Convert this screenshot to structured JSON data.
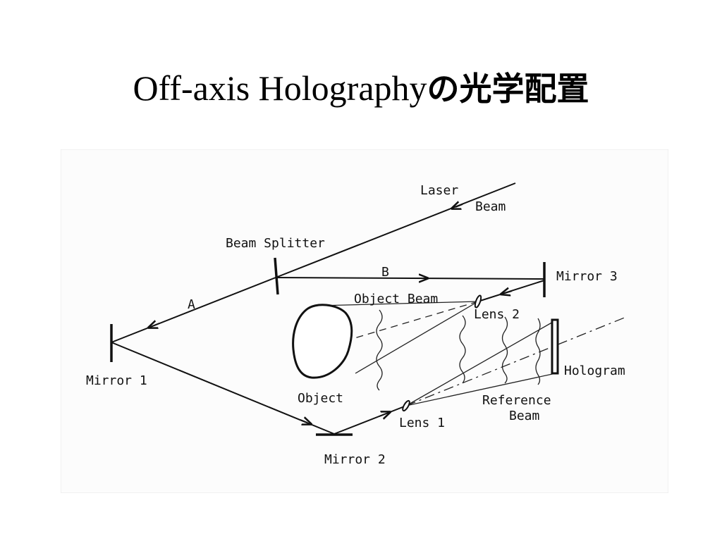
{
  "slide": {
    "title_en": "Off-axis Holography",
    "title_jp": "の光学配置"
  },
  "diagram": {
    "labels": {
      "laser_line1": "Laser",
      "laser_line2": "Beam",
      "beam_splitter": "Beam Splitter",
      "beam_b": "B",
      "beam_a": "A",
      "mirror_3": "Mirror 3",
      "object_beam": "Object Beam",
      "lens_2": "Lens 2",
      "mirror_1": "Mirror 1",
      "hologram": "Hologram",
      "object": "Object",
      "reference_line1": "Reference",
      "reference_line2": "Beam",
      "lens_1": "Lens 1",
      "mirror_2": "Mirror 2"
    }
  }
}
